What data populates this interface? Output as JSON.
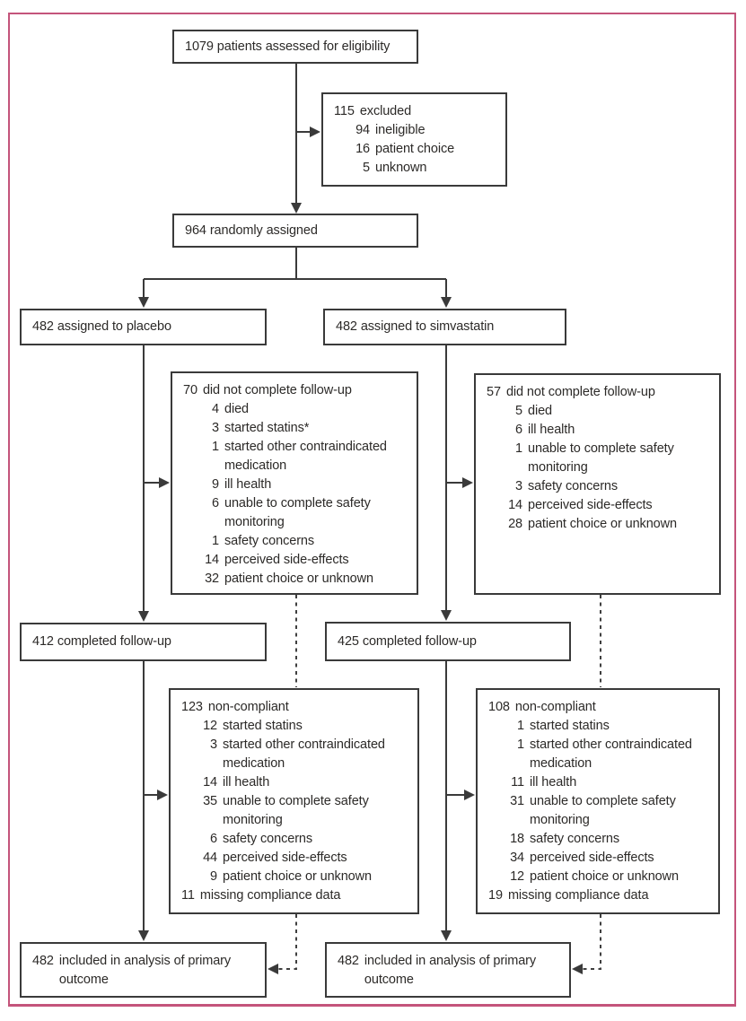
{
  "figure_type": "consort-flow-diagram",
  "colors": {
    "frame_border": "#c4547b",
    "box_border": "#3a3a3a",
    "connector_line": "#3a3a3a",
    "text": "#2c2a28",
    "background": "#ffffff"
  },
  "boxes": {
    "eligibility": {
      "text": "1079 patients assessed for eligibility"
    },
    "excluded": {
      "lines": [
        {
          "n": "115",
          "t": "excluded",
          "lvl": 0
        },
        {
          "n": "94",
          "t": "ineligible",
          "lvl": 1
        },
        {
          "n": "16",
          "t": "patient choice",
          "lvl": 1
        },
        {
          "n": "5",
          "t": "unknown",
          "lvl": 1
        }
      ]
    },
    "randomized": {
      "text": "964 randomly assigned"
    },
    "placebo_assigned": {
      "text": "482 assigned to placebo"
    },
    "simvastatin_assigned": {
      "text": "482 assigned to simvastatin"
    },
    "placebo_dropout": {
      "lines": [
        {
          "n": "70",
          "t": "did not complete follow-up",
          "lvl": 0
        },
        {
          "n": "4",
          "t": "died",
          "lvl": 1
        },
        {
          "n": "3",
          "t": "started statins*",
          "lvl": 1
        },
        {
          "n": "1",
          "t": "started other contraindicated\nmedication",
          "lvl": 1
        },
        {
          "n": "9",
          "t": "ill health",
          "lvl": 1
        },
        {
          "n": "6",
          "t": "unable to complete safety\nmonitoring",
          "lvl": 1
        },
        {
          "n": "1",
          "t": "safety concerns",
          "lvl": 1
        },
        {
          "n": "14",
          "t": "perceived side-effects",
          "lvl": 1
        },
        {
          "n": "32",
          "t": "patient choice or unknown",
          "lvl": 1
        }
      ]
    },
    "simvastatin_dropout": {
      "lines": [
        {
          "n": "57",
          "t": "did not complete follow-up",
          "lvl": 0
        },
        {
          "n": "5",
          "t": "died",
          "lvl": 1
        },
        {
          "n": "6",
          "t": "ill health",
          "lvl": 1
        },
        {
          "n": "1",
          "t": "unable to complete safety\nmonitoring",
          "lvl": 1
        },
        {
          "n": "3",
          "t": "safety concerns",
          "lvl": 1
        },
        {
          "n": "14",
          "t": "perceived side-effects",
          "lvl": 1
        },
        {
          "n": "28",
          "t": "patient choice or unknown",
          "lvl": 1
        }
      ]
    },
    "placebo_completed": {
      "text": "412 completed follow-up"
    },
    "simvastatin_completed": {
      "text": "425 completed follow-up"
    },
    "placebo_noncompliant": {
      "lines": [
        {
          "n": "123",
          "t": "non-compliant",
          "lvl": 0
        },
        {
          "n": "12",
          "t": "started statins",
          "lvl": 1
        },
        {
          "n": "3",
          "t": "started other contraindicated\nmedication",
          "lvl": 1
        },
        {
          "n": "14",
          "t": "ill health",
          "lvl": 1
        },
        {
          "n": "35",
          "t": "unable to complete safety\nmonitoring",
          "lvl": 1
        },
        {
          "n": "6",
          "t": "safety concerns",
          "lvl": 1
        },
        {
          "n": "44",
          "t": "perceived side-effects",
          "lvl": 1
        },
        {
          "n": "9",
          "t": "patient choice or unknown",
          "lvl": 1
        },
        {
          "n": "11",
          "t": "missing compliance data",
          "lvl": 0
        }
      ]
    },
    "simvastatin_noncompliant": {
      "lines": [
        {
          "n": "108",
          "t": "non-compliant",
          "lvl": 0
        },
        {
          "n": "1",
          "t": "started statins",
          "lvl": 1
        },
        {
          "n": "1",
          "t": "started other contraindicated\nmedication",
          "lvl": 1
        },
        {
          "n": "11",
          "t": "ill health",
          "lvl": 1
        },
        {
          "n": "31",
          "t": "unable to complete safety\nmonitoring",
          "lvl": 1
        },
        {
          "n": "18",
          "t": "safety concerns",
          "lvl": 1
        },
        {
          "n": "34",
          "t": "perceived side-effects",
          "lvl": 1
        },
        {
          "n": "12",
          "t": "patient choice or unknown",
          "lvl": 1
        },
        {
          "n": "19",
          "t": "missing compliance data",
          "lvl": 0
        }
      ]
    },
    "placebo_analysis": {
      "n": "482",
      "t": "included in analysis of primary\noutcome"
    },
    "simvastatin_analysis": {
      "n": "482",
      "t": "included in analysis of primary\noutcome"
    }
  }
}
